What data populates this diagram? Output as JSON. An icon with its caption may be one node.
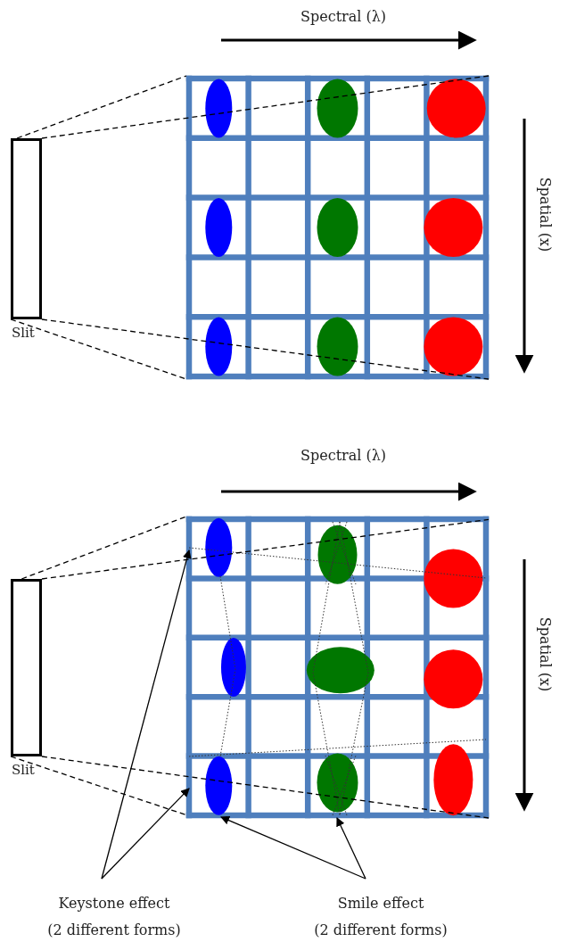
{
  "diagram": {
    "nodes": [
      {
        "text": [],
        "shape": "box",
        "beside": [
          "Slit"
        ]
      },
      {
        "text": [],
        "shape": "grid"
      },
      {
        "text": [],
        "shape": "box",
        "beside": [
          "Slit"
        ]
      },
      {
        "text": [],
        "shape": "grid"
      },
      {
        "text": [
          "Keystone effect",
          "(2 different forms)"
        ]
      },
      {
        "text": [
          "Smile effect",
          "(2 different forms)"
        ]
      }
    ],
    "edges": [
      {
        "from": 0,
        "to": 1,
        "arrow": "none",
        "style": "dashed"
      },
      {
        "from": 0,
        "to": 1,
        "arrow": "none",
        "style": "dashed"
      },
      {
        "from": 0,
        "to": 1,
        "arrow": "none",
        "style": "dashed"
      },
      {
        "from": 0,
        "to": 1,
        "arrow": "none",
        "style": "dashed"
      },
      {
        "from": 2,
        "to": 3,
        "arrow": "none",
        "style": "dashed"
      },
      {
        "from": 2,
        "to": 3,
        "arrow": "none",
        "style": "dashed"
      },
      {
        "from": 2,
        "to": 3,
        "arrow": "none",
        "style": "dashed"
      },
      {
        "from": 2,
        "to": 3,
        "arrow": "none",
        "style": "dashed"
      },
      {
        "from": 4,
        "to": 3,
        "arrow": "to"
      },
      {
        "from": 4,
        "to": 3,
        "arrow": "to"
      },
      {
        "from": 5,
        "to": 3,
        "arrow": "to"
      },
      {
        "from": 5,
        "to": 3,
        "arrow": "to"
      }
    ],
    "labels": [
      "Spectral (λ)",
      "Spatial (x)",
      "Spectral (λ)",
      "Spatial (x)"
    ]
  }
}
